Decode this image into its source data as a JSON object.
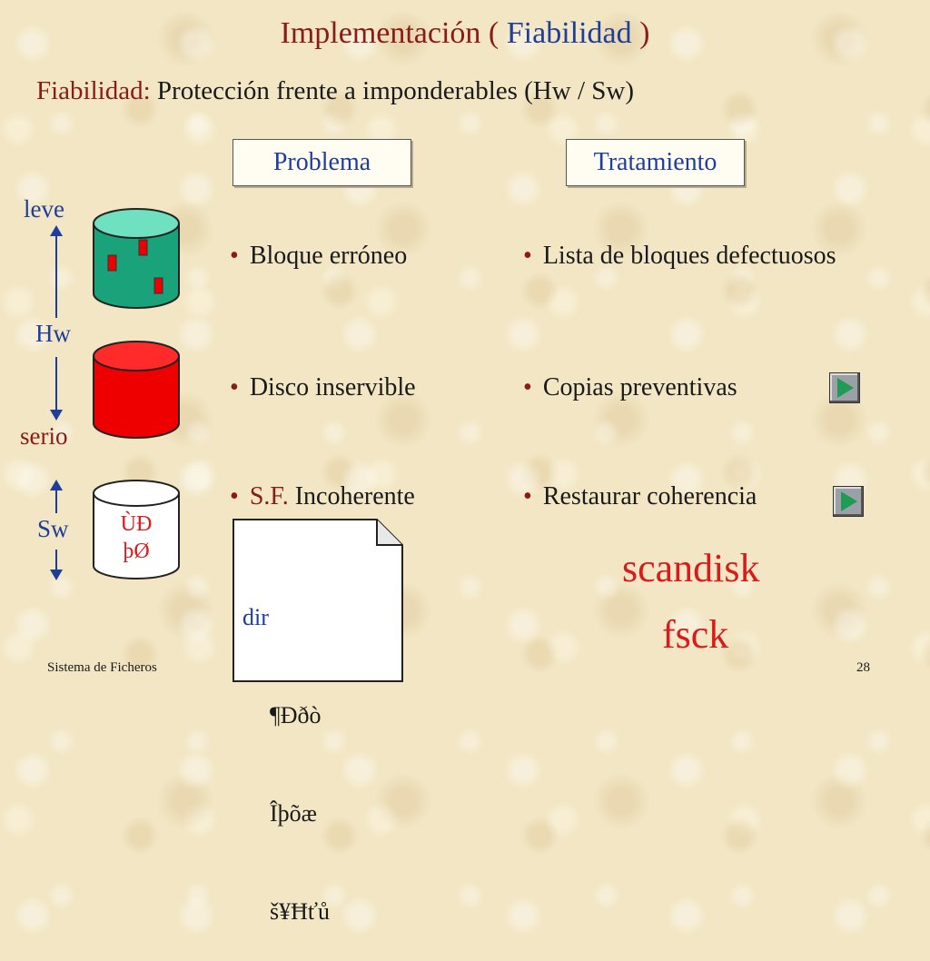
{
  "title": {
    "prefix": "Implementación ( ",
    "keyword": "Fiabilidad",
    "suffix": " )"
  },
  "subtitle": {
    "label": "Fiabilidad:",
    "text": " Protección frente a imponderables (Hw / Sw)"
  },
  "headers": {
    "problema": "Problema",
    "tratamiento": "Tratamiento"
  },
  "scale": {
    "leve": "leve",
    "hw": "Hw",
    "serio": "serio",
    "sw": "Sw"
  },
  "rows": [
    {
      "bullet": "•",
      "problem": "Bloque erróneo",
      "treatment": "Lista de bloques defectuosos"
    },
    {
      "bullet": "•",
      "problem": "Disco inservible",
      "treatment": "Copias preventivas"
    },
    {
      "bullet": "•",
      "problem_red": "S.F.",
      "problem": " Incoherente",
      "treatment": "Restaurar coherencia"
    }
  ],
  "sw_cylinder": {
    "line1": "ÙÐ",
    "line2": "þØ"
  },
  "dir_doc": {
    "title": "dir",
    "line1": "¶Ððò",
    "line2": "Îþõæ",
    "line3": "š¥Ħťů"
  },
  "commands": {
    "scandisk": "scandisk",
    "fsck": "fsck"
  },
  "footer": {
    "left": "Sistema de Ficheros",
    "page": "28"
  },
  "colors": {
    "dark_red": "#8b1a1a",
    "blue": "#1f3e9c",
    "bright_red": "#d81b1b",
    "green_cylinder": "#1aa37a",
    "red_cylinder": "#ee0000"
  },
  "icons": [
    "cylinder-green-icon",
    "cylinder-red-icon",
    "cylinder-white-icon",
    "document-icon",
    "play-icon"
  ]
}
